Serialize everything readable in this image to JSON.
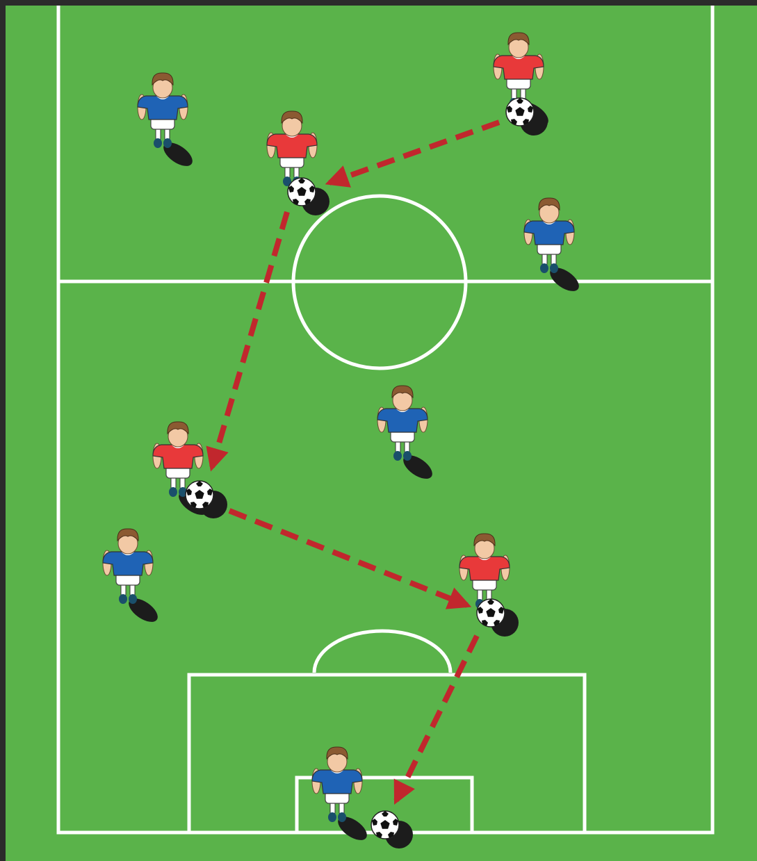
{
  "colors": {
    "grass": "#5ab34a",
    "frame": "#2b2b2b",
    "line": "#ffffff",
    "pass_arrow": "#c1272d",
    "team_red": "#e8393a",
    "team_blue": "#1f63b5",
    "hair": "#8b5a32",
    "skin": "#f2c9a5",
    "shadow": "#1c1c1c"
  },
  "players": [
    {
      "team": "red",
      "has_ball": true
    },
    {
      "team": "red",
      "has_ball": true
    },
    {
      "team": "red",
      "has_ball": true
    },
    {
      "team": "red",
      "has_ball": true
    },
    {
      "team": "blue",
      "has_ball": false
    },
    {
      "team": "blue",
      "has_ball": false
    },
    {
      "team": "blue",
      "has_ball": false
    },
    {
      "team": "blue",
      "has_ball": false
    },
    {
      "team": "blue",
      "has_ball": false
    }
  ],
  "passes": [
    {
      "from": "red-player-1",
      "to": "red-player-2"
    },
    {
      "from": "red-player-2",
      "to": "red-player-3"
    },
    {
      "from": "red-player-3",
      "to": "red-player-4"
    },
    {
      "from": "red-player-4",
      "to": "goal-area"
    }
  ]
}
